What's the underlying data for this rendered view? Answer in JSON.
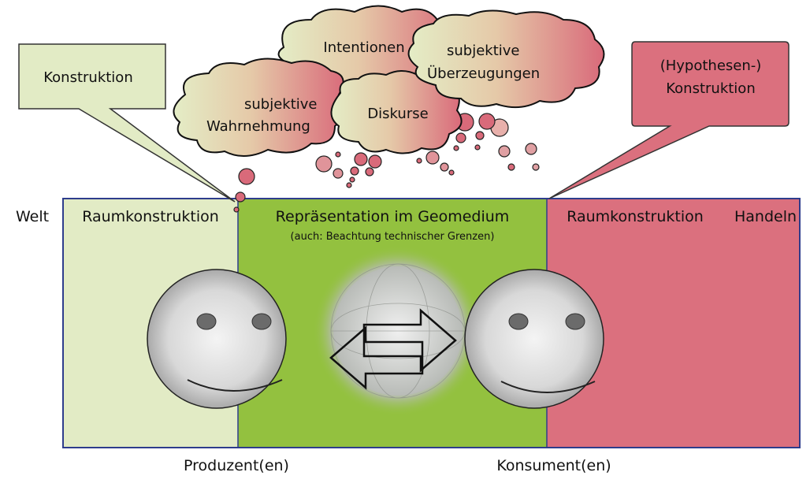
{
  "outer": {
    "left": "Welt",
    "right": "Handeln"
  },
  "columns": {
    "left": {
      "title": "Raumkonstruktion",
      "color": "#e2ebc5"
    },
    "middle": {
      "title": "Repräsentation im Geomedium",
      "subtitle": "(auch: Beachtung technischer Grenzen)",
      "color": "#93c13f"
    },
    "right": {
      "title": "Raumkonstruktion",
      "color": "#db707e"
    }
  },
  "callouts": {
    "left": {
      "text": "Konstruktion"
    },
    "right": {
      "line1": "(Hypothesen-)",
      "line2": "Konstruktion"
    }
  },
  "clouds": {
    "wahrnehmung": {
      "line1": "subjektive",
      "line2": "Wahrnehmung"
    },
    "intentionen": {
      "text": "Intentionen"
    },
    "diskurse": {
      "text": "Diskurse"
    },
    "ueberzeugungen": {
      "line1": "subjektive",
      "line2": "Überzeugungen"
    }
  },
  "bottom": {
    "producer": "Produzent(en)",
    "consumer": "Konsument(en)"
  },
  "colors": {
    "border": "#2e3d8c",
    "cloud_start": "#e4edc6",
    "cloud_end": "#d96a7a"
  }
}
